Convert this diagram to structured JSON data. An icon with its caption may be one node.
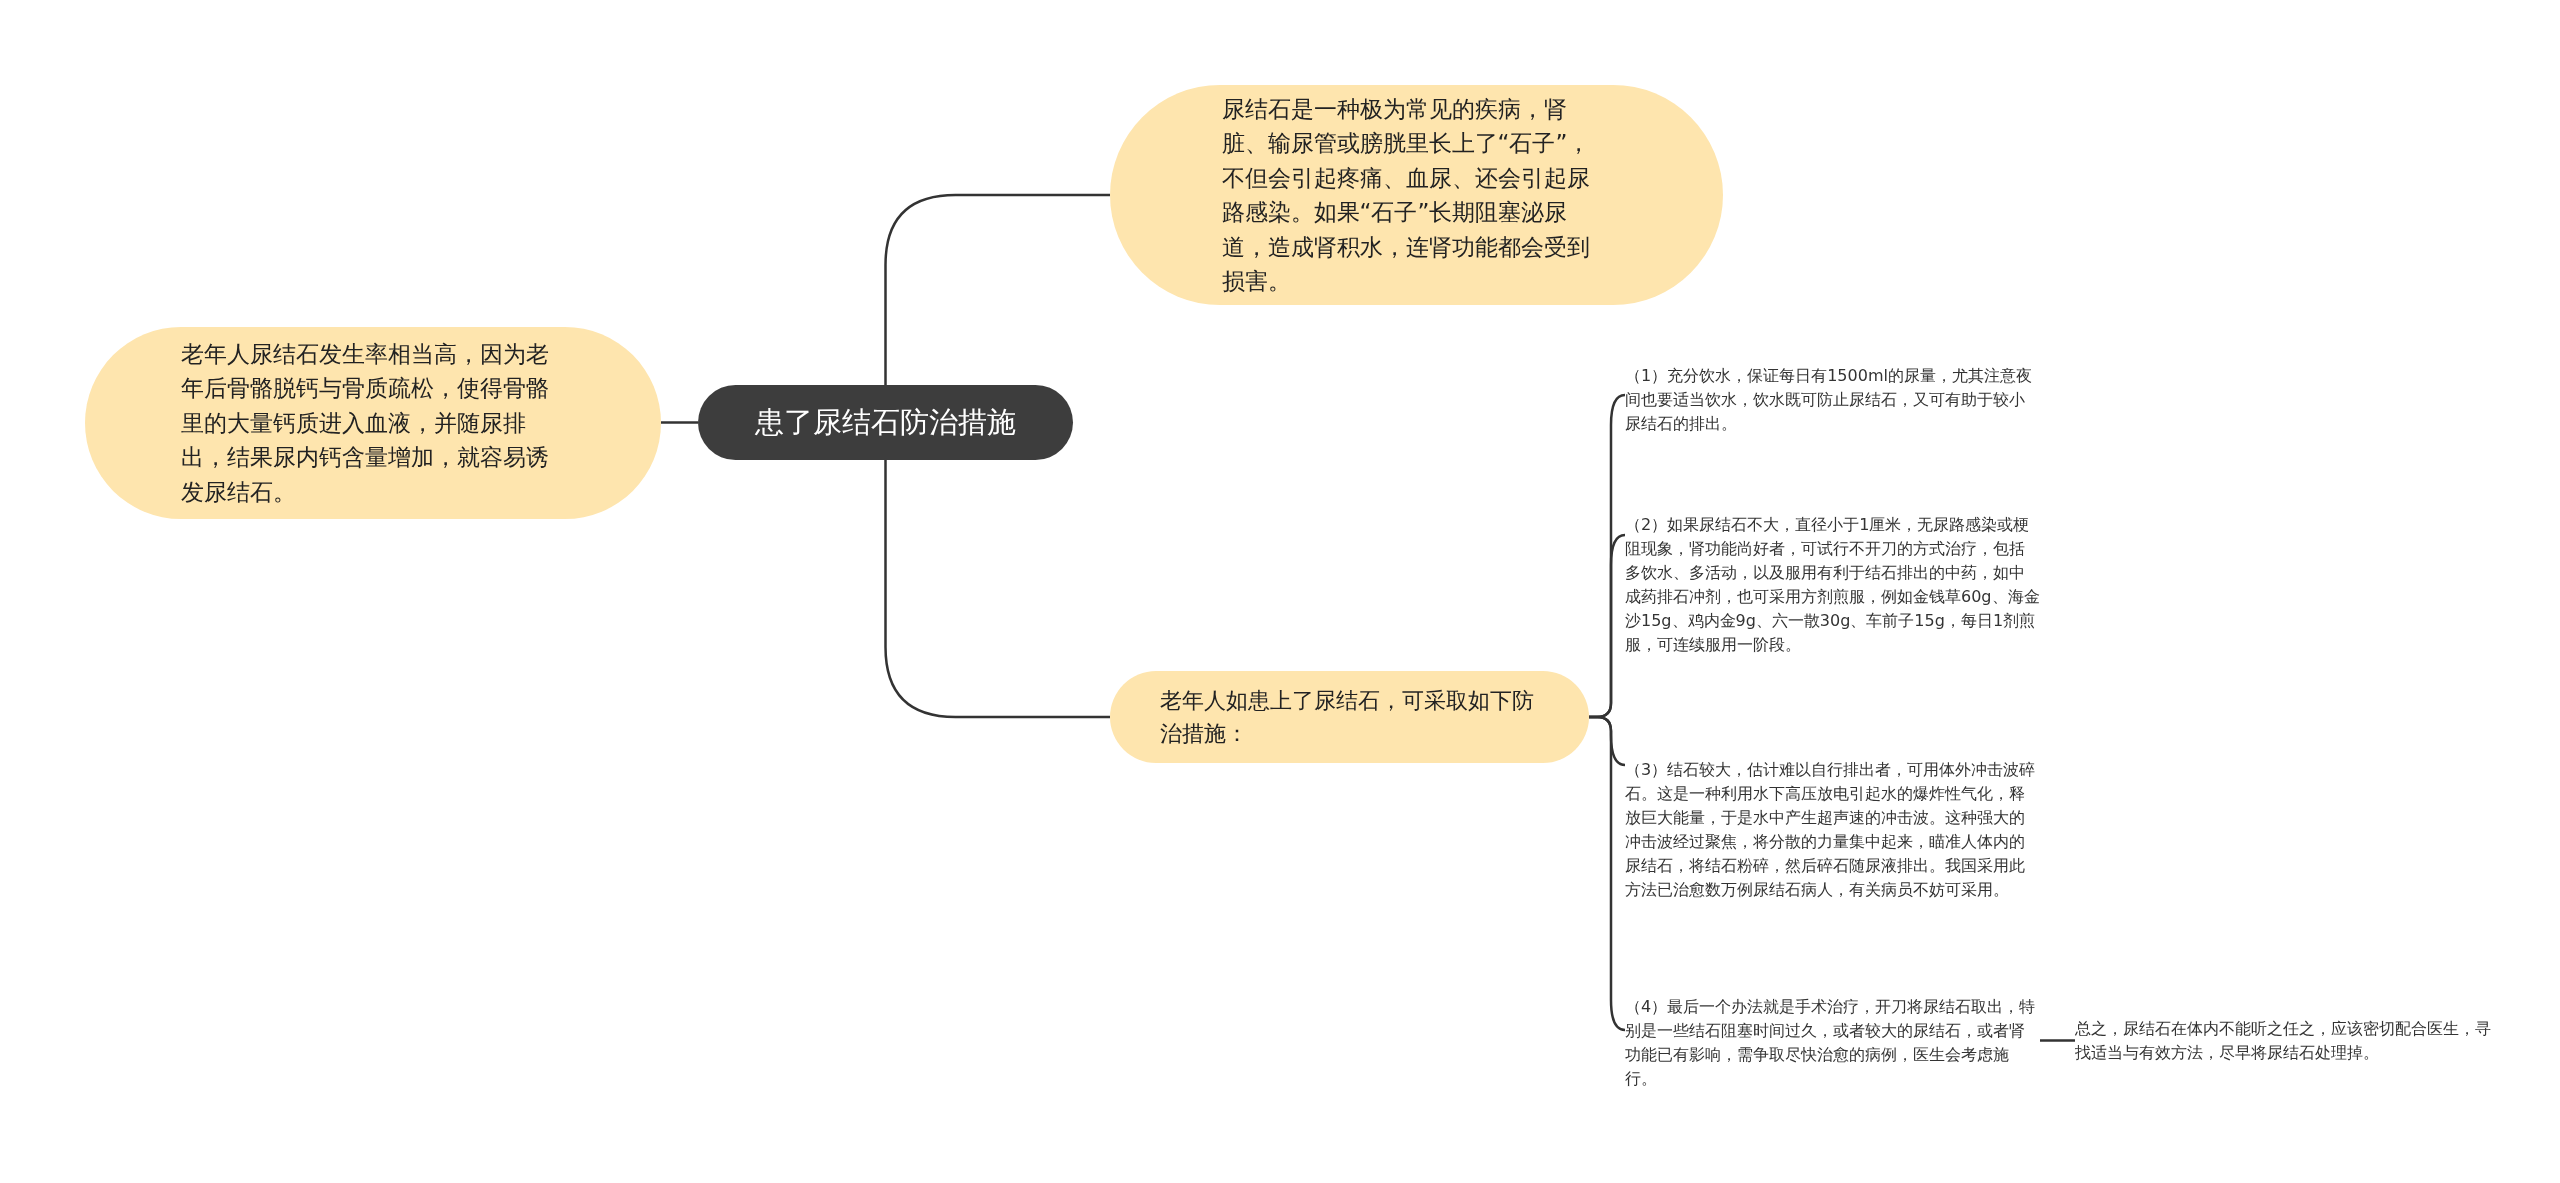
{
  "diagram": {
    "nodes": [
      {
        "text": [
          "患了尿结石防治措施"
        ]
      },
      {
        "text": [
          "尿结石是一种极为常见的疾病，肾脏、输尿管或膀胱里长上了“石子”，不但会引起疼痛、血尿、还会引起尿路感染。如果“石子”长期阻塞泌尿道，造成肾积水，连肾功能都会受到损害。"
        ]
      },
      {
        "text": [
          "老年人尿结石发生率相当高，因为老年后骨骼脱钙与骨质疏松，使得骨骼里的大量钙质进入血液，并随尿排出，结果尿内钙含量增加，就容易诱发尿结石。"
        ]
      },
      {
        "text": [
          "老年人如患上了尿结石，可采取如下防治措施："
        ]
      },
      {
        "text": [
          "（1）充分饮水，保证每日有1500ml的尿量，尤其注意夜间也要适当饮水，饮水既可防止尿结石，又可有助于较小尿结石的排出。"
        ]
      },
      {
        "text": [
          "（2）如果尿结石不大，直径小于1厘米，无尿路感染或梗阻现象，肾功能尚好者，可试行不开刀的方式治疗，包括多饮水、多活动，以及服用有利于结石排出的中药，如中成药排石冲剂，也可采用方剂煎服，例如金钱草60g、海金沙15g、鸡内金9g、六一散30g、车前子15g，每日1剂煎服，可连续服用一阶段。"
        ]
      },
      {
        "text": [
          "（3）结石较大，估计难以自行排出者，可用体外冲击波碎石。这是一种利用水下高压放电引起水的爆炸性气化，释放巨大能量，于是水中产生超声速的冲击波。这种强大的冲击波经过聚焦，将分散的力量集中起来，瞄准人体内的尿结石，将结石粉碎，然后碎石随尿液排出。我国采用此方法已治愈数万例尿结石病人，有关病员不妨可采用。"
        ]
      },
      {
        "text": [
          "（4）最后一个办法就是手术治疗，开刀将尿结石取出，特别是一些结石阻塞时间过久，或者较大的尿结石，或者肾功能已有影响，需争取尽快治愈的病例，医生会考虑施行。"
        ]
      },
      {
        "text": [
          "总之，尿结石在体内不能听之任之，应该密切配合医生，寻找适当与有效方法，尽早将尿结石处理掉。"
        ]
      }
    ],
    "edges": [
      {
        "from": 0,
        "to": 1,
        "arrow": "none"
      },
      {
        "from": 0,
        "to": 2,
        "arrow": "none"
      },
      {
        "from": 0,
        "to": 3,
        "arrow": "none"
      },
      {
        "from": 3,
        "to": 4,
        "arrow": "none"
      },
      {
        "from": 3,
        "to": 5,
        "arrow": "none"
      },
      {
        "from": 3,
        "to": 6,
        "arrow": "none"
      },
      {
        "from": 3,
        "to": 7,
        "arrow": "none"
      },
      {
        "from": 7,
        "to": 8,
        "arrow": "none"
      }
    ]
  }
}
